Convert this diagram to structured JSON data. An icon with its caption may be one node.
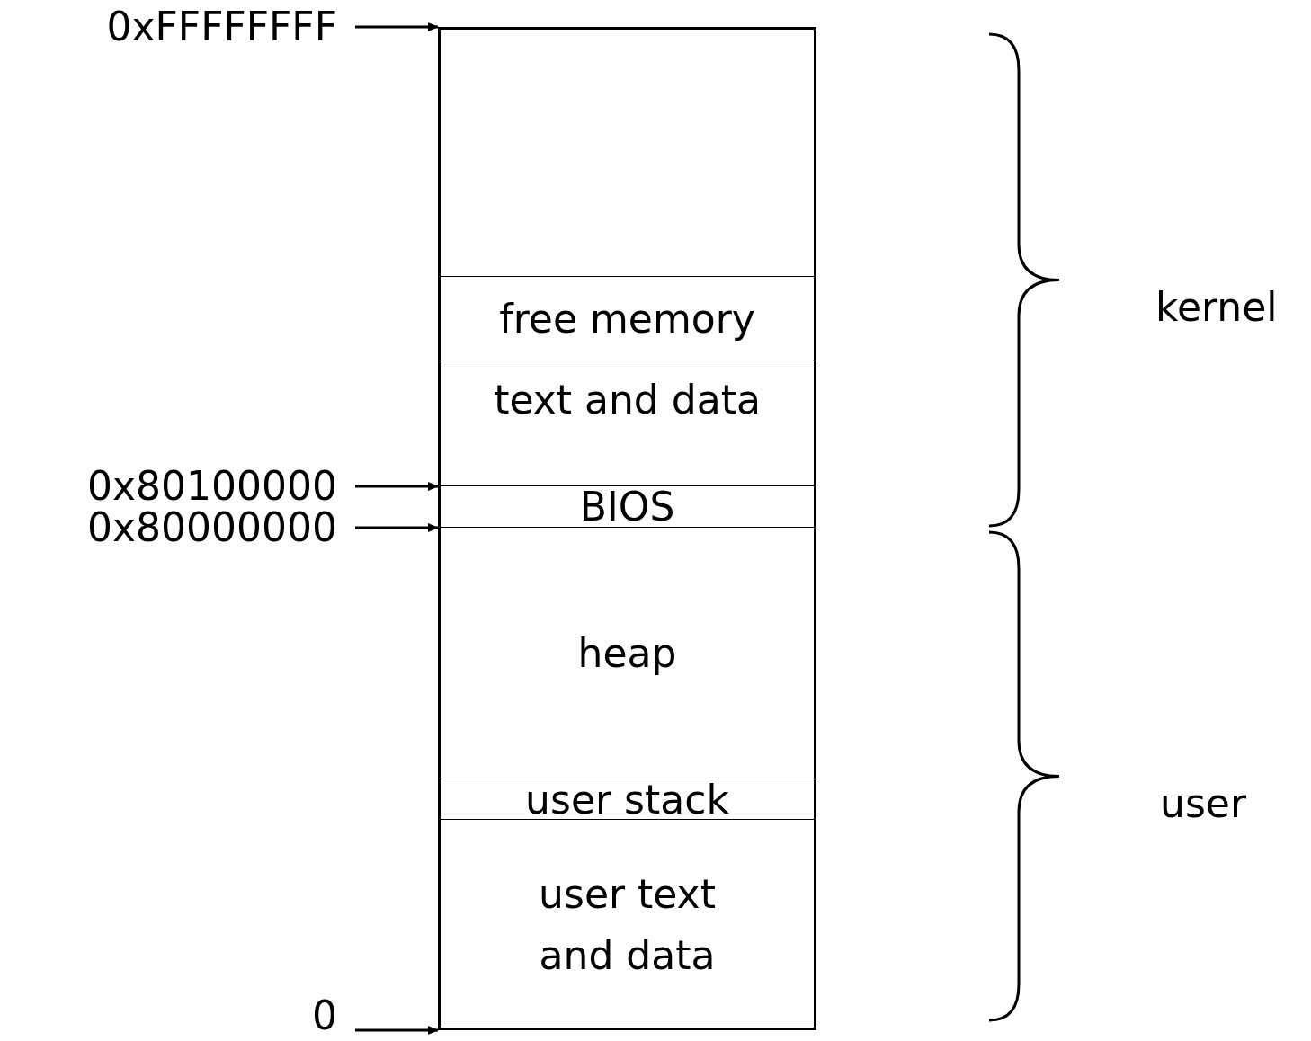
{
  "diagram": {
    "nodes": [
      {
        "text": [],
        "shape": "box"
      },
      {
        "text": [],
        "shape": "box",
        "in": 0
      },
      {
        "text": [
          "free memory"
        ],
        "in": 0
      },
      {
        "text": [
          "text and data"
        ],
        "in": 0
      },
      {
        "text": [
          "BIOS"
        ],
        "in": 0
      },
      {
        "text": [
          "heap"
        ],
        "in": 0
      },
      {
        "text": [
          "user stack"
        ],
        "in": 0
      },
      {
        "text": [
          "user text and data"
        ],
        "in": 0
      },
      {
        "text": [
          "0xFFFFFFFF"
        ]
      },
      {
        "text": [
          "0x80100000"
        ]
      },
      {
        "text": [
          "0x80000000"
        ]
      },
      {
        "text": [
          "0"
        ]
      }
    ],
    "edges": [
      {
        "from": 8,
        "to": 0,
        "arrow": "to"
      },
      {
        "from": 9,
        "to": 0,
        "arrow": "to"
      },
      {
        "from": 10,
        "to": 0,
        "arrow": "to"
      },
      {
        "from": 11,
        "to": 0,
        "arrow": "to"
      }
    ],
    "labels": [
      "kernel",
      "user"
    ]
  }
}
